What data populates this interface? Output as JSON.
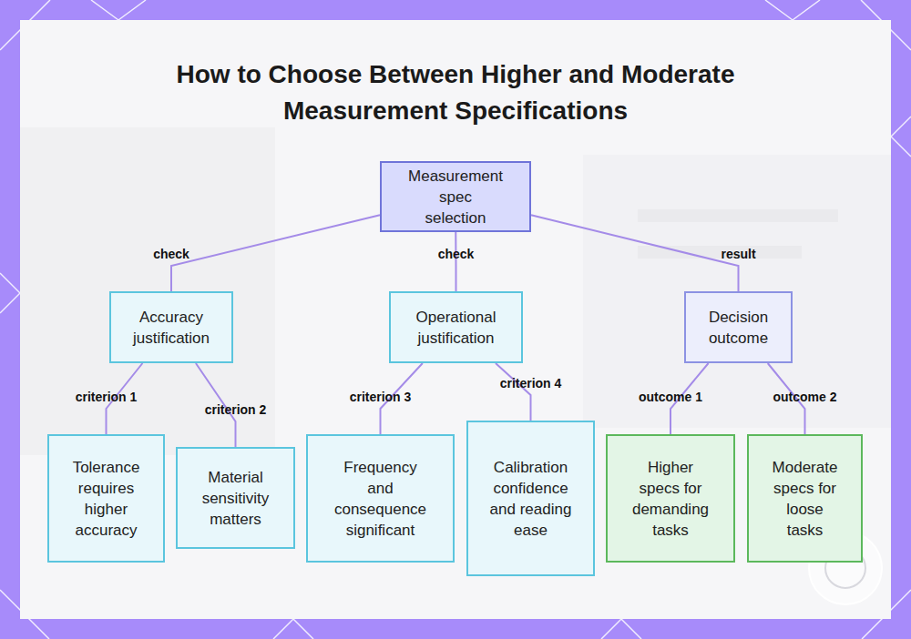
{
  "diagram": {
    "title": "How to Choose Between Higher and Moderate Measurement Specifications",
    "nodes": [
      {
        "text": [
          "Measurement spec selection"
        ]
      },
      {
        "text": [
          "Accuracy justification"
        ]
      },
      {
        "text": [
          "Operational justification"
        ]
      },
      {
        "text": [
          "Decision outcome"
        ]
      },
      {
        "text": [
          "Tolerance requires higher accuracy"
        ]
      },
      {
        "text": [
          "Material sensitivity matters"
        ]
      },
      {
        "text": [
          "Frequency and consequence significant"
        ]
      },
      {
        "text": [
          "Calibration confidence and reading ease"
        ]
      },
      {
        "text": [
          "Higher specs for demanding tasks"
        ]
      },
      {
        "text": [
          "Moderate specs for loose tasks"
        ]
      }
    ],
    "edges": [
      {
        "from": 0,
        "to": 1,
        "label": "check",
        "arrow": "none"
      },
      {
        "from": 0,
        "to": 2,
        "label": "check",
        "arrow": "none"
      },
      {
        "from": 0,
        "to": 3,
        "label": "result",
        "arrow": "none"
      },
      {
        "from": 1,
        "to": 4,
        "label": "criterion 1",
        "arrow": "none"
      },
      {
        "from": 1,
        "to": 5,
        "label": "criterion 2",
        "arrow": "none"
      },
      {
        "from": 2,
        "to": 6,
        "label": "criterion 3",
        "arrow": "none"
      },
      {
        "from": 2,
        "to": 7,
        "label": "criterion 4",
        "arrow": "none"
      },
      {
        "from": 3,
        "to": 8,
        "label": "outcome 1",
        "arrow": "none"
      },
      {
        "from": 3,
        "to": 9,
        "label": "outcome 2",
        "arrow": "none"
      }
    ]
  }
}
